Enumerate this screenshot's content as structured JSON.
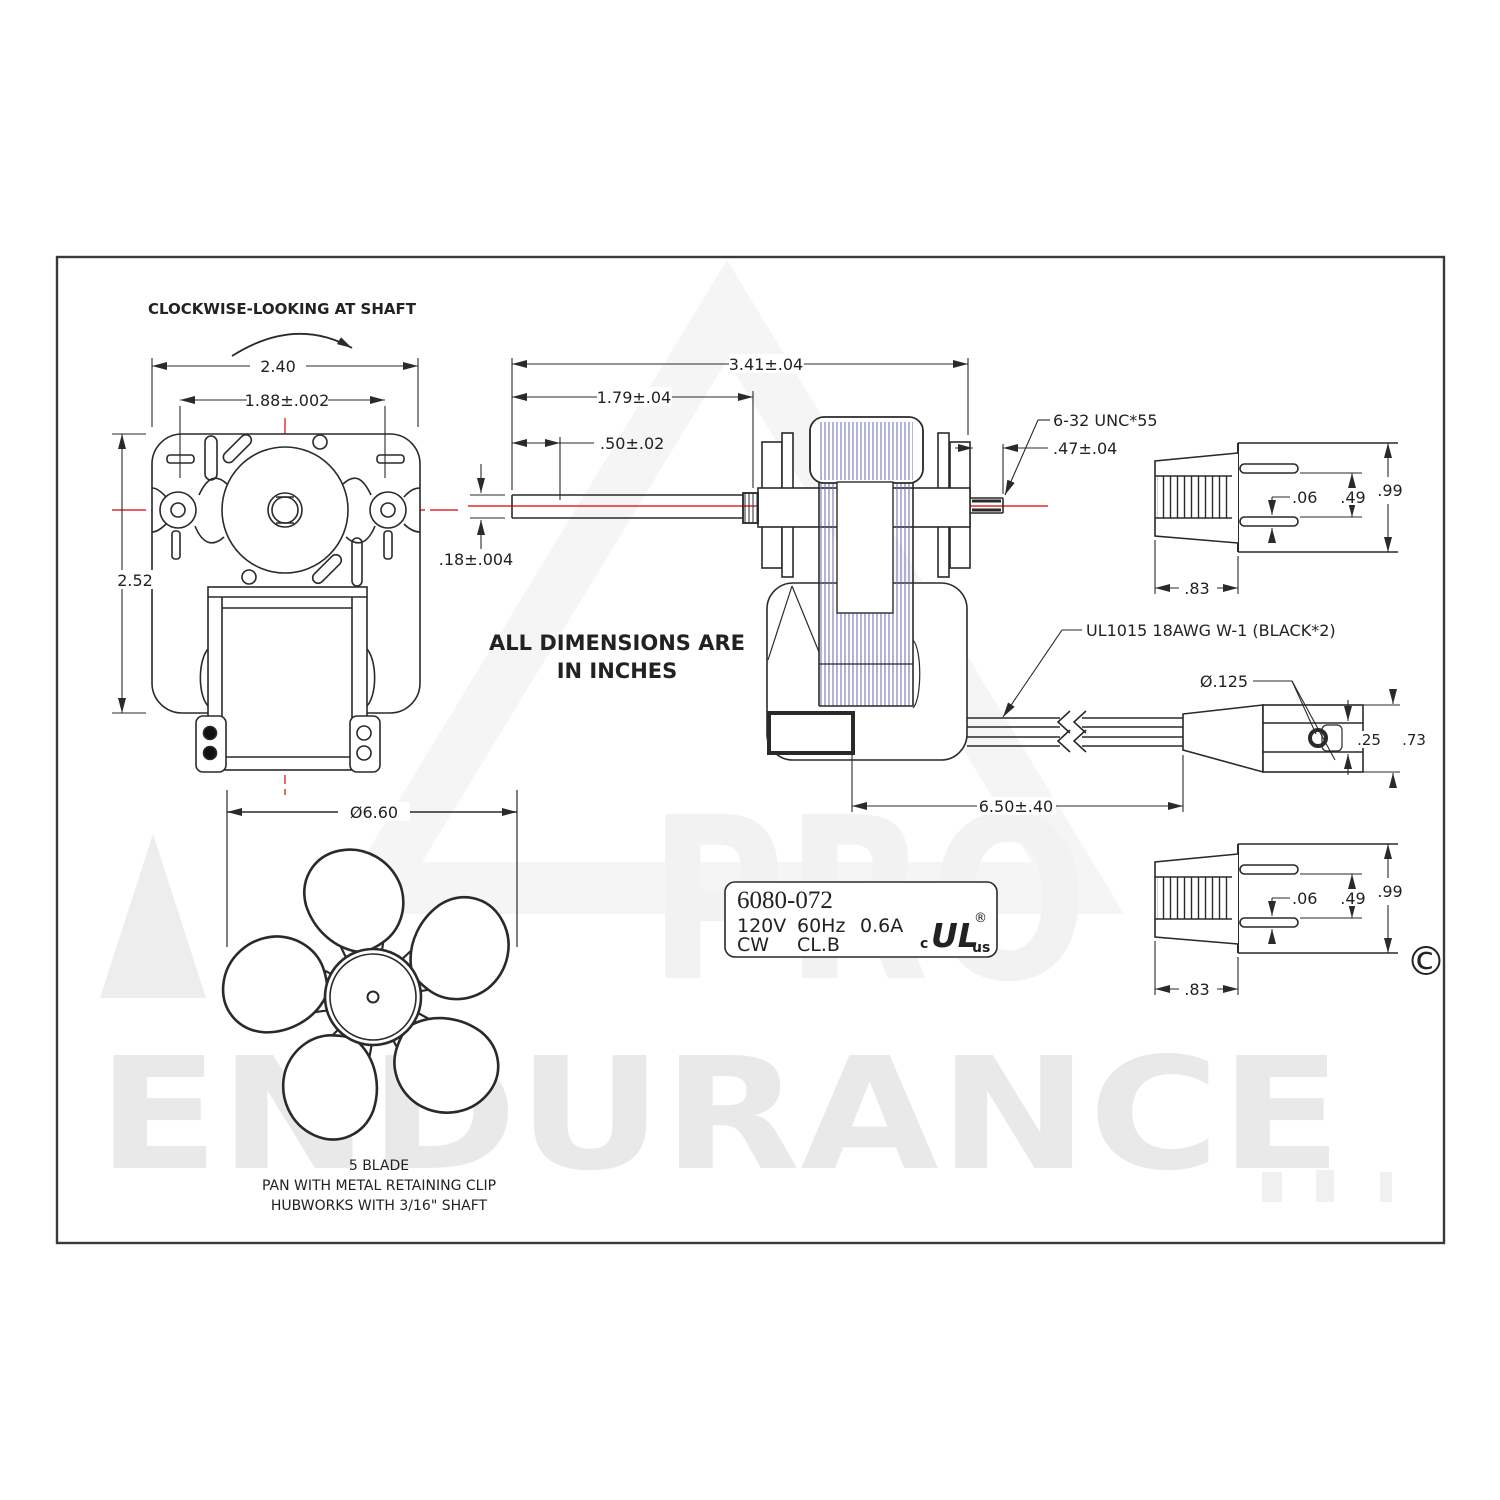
{
  "title_note": {
    "line1": "ALL DIMENSIONS ARE",
    "line2": "IN INCHES"
  },
  "front_view": {
    "label": "CLOCKWISE-LOOKING AT SHAFT",
    "dim_overall_width": "2.40",
    "dim_mount_spacing": "1.88±.002",
    "dim_overall_height": "2.52"
  },
  "side_view": {
    "dim_overall_length": "3.41±.04",
    "dim_shaft_length": "1.79±.04",
    "dim_shaft_flat": ".50±.02",
    "dim_shaft_dia": ".18±.004",
    "thread_callout": "6-32 UNC*55",
    "dim_thread_length": ".47±.04"
  },
  "plug_view": {
    "dim_prong_thickness": ".06",
    "dim_prong_spacing": ".49",
    "dim_body_height": ".99",
    "dim_cap_width": ".83"
  },
  "leads": {
    "wire_callout": "UL1015 18AWG W-1 (BLACK*2)",
    "dim_lead_length": "6.50±.40",
    "dim_terminal_hole": "Ø.125",
    "dim_terminal_slot": ".25",
    "dim_terminal_height": ".73"
  },
  "nameplate": {
    "model": "6080-072",
    "voltage": "120V",
    "frequency": "60Hz",
    "current": "0.6A",
    "rotation": "CW",
    "insulation_class": "CL.B",
    "cert_c": "c",
    "cert_mark": "UL",
    "cert_us": "us",
    "cert_reg": "®"
  },
  "fan": {
    "dim_diameter": "Ø6.60",
    "note_line1": "5 BLADE",
    "note_line2": "PAN WITH METAL RETAINING CLIP",
    "note_line3": "HUBWORKS WITH 3/16\" SHAFT"
  },
  "watermark": {
    "brand_top": "PRO",
    "brand_main": "ENDURANCE",
    "copyright": "©"
  },
  "colors": {
    "centerline_red": "#e02a2a",
    "lamination_blue": "#6469ae",
    "line_dark": "#2a2a2a",
    "watermark_gray": "#e9e9e9"
  }
}
